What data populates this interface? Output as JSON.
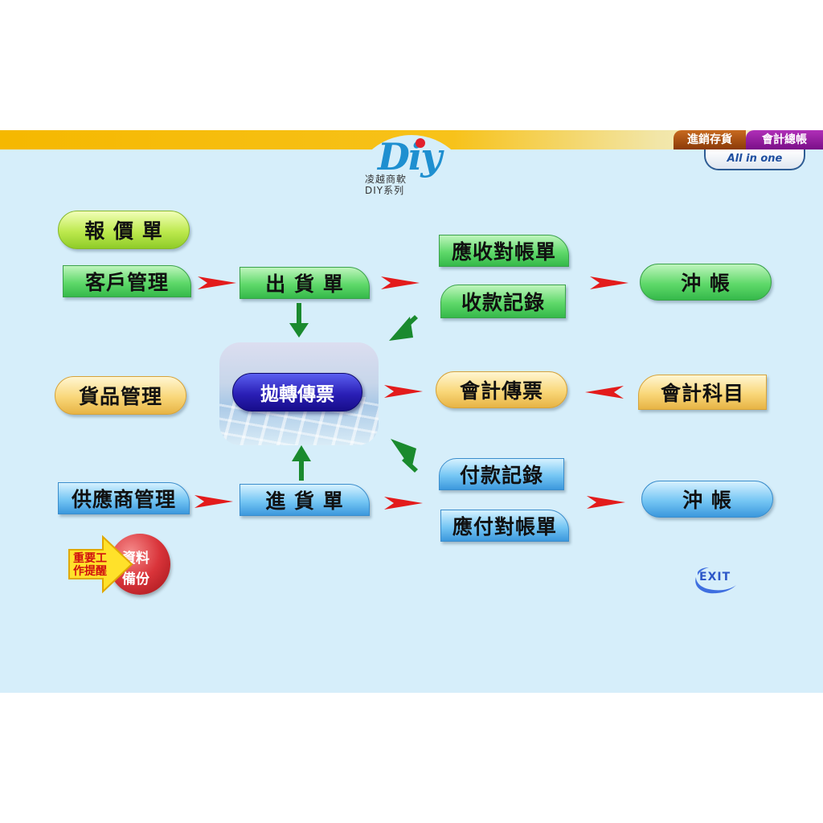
{
  "header": {
    "tab_inventory": "進銷存貨",
    "tab_accounting": "會計總帳",
    "all_in_one": "All in one"
  },
  "logo": {
    "brand": "Diy",
    "line1": "凌越商軟",
    "line2": "DIY系列"
  },
  "buttons": {
    "quote": "報 價 單",
    "customer_mgmt": "客戶管理",
    "shipping_order": "出 貨 單",
    "ar_statement": "應收對帳單",
    "receipt_record": "收款記錄",
    "offset_receivable": "沖  帳",
    "product_mgmt": "貨品管理",
    "post_voucher": "拋轉傳票",
    "accounting_voucher": "會計傳票",
    "account_subjects": "會計科目",
    "supplier_mgmt": "供應商管理",
    "purchase_order": "進 貨 單",
    "payment_record": "付款記錄",
    "ap_statement": "應付對帳單",
    "offset_payable": "沖  帳"
  },
  "widgets": {
    "reminder_line1": "重要工",
    "reminder_line2": "作提醒",
    "backup_line1": "資料",
    "backup_line2": "備份",
    "exit": "EXIT"
  },
  "colors": {
    "arrow_red": "#e31b1b",
    "arrow_green": "#1a8a2e",
    "panel_bg": "#d6eefa"
  }
}
